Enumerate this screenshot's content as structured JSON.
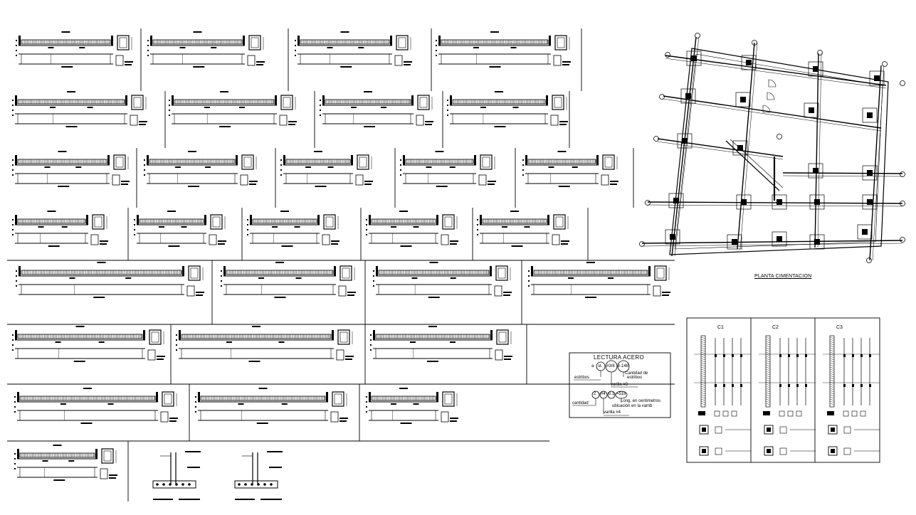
{
  "drawing": {
    "plan_title": "PLANTA CIMENTACION",
    "column_labels": [
      "C1",
      "C2",
      "C3"
    ],
    "legend": {
      "title": "LECTURA ACERO",
      "row1": {
        "prefix": "a",
        "circle1": "st.",
        "circle2": "#3/8",
        "circle3": "n.148",
        "note_right": "Cantidad de",
        "note_right2": "estribos",
        "note_left": "estribos",
        "note_bottom": "varilla #3"
      },
      "row2": {
        "circle1": "2",
        "circle2": "#4",
        "circle3": "0.1",
        "circle4": "=518",
        "note_left": "cantidad",
        "note_right": "Long. en centimetros",
        "note_right2": "ubicación en la vamb",
        "note_bottom": "varilla #4"
      }
    },
    "colors": {
      "ink": "#000000",
      "paper": "#ffffff"
    }
  }
}
